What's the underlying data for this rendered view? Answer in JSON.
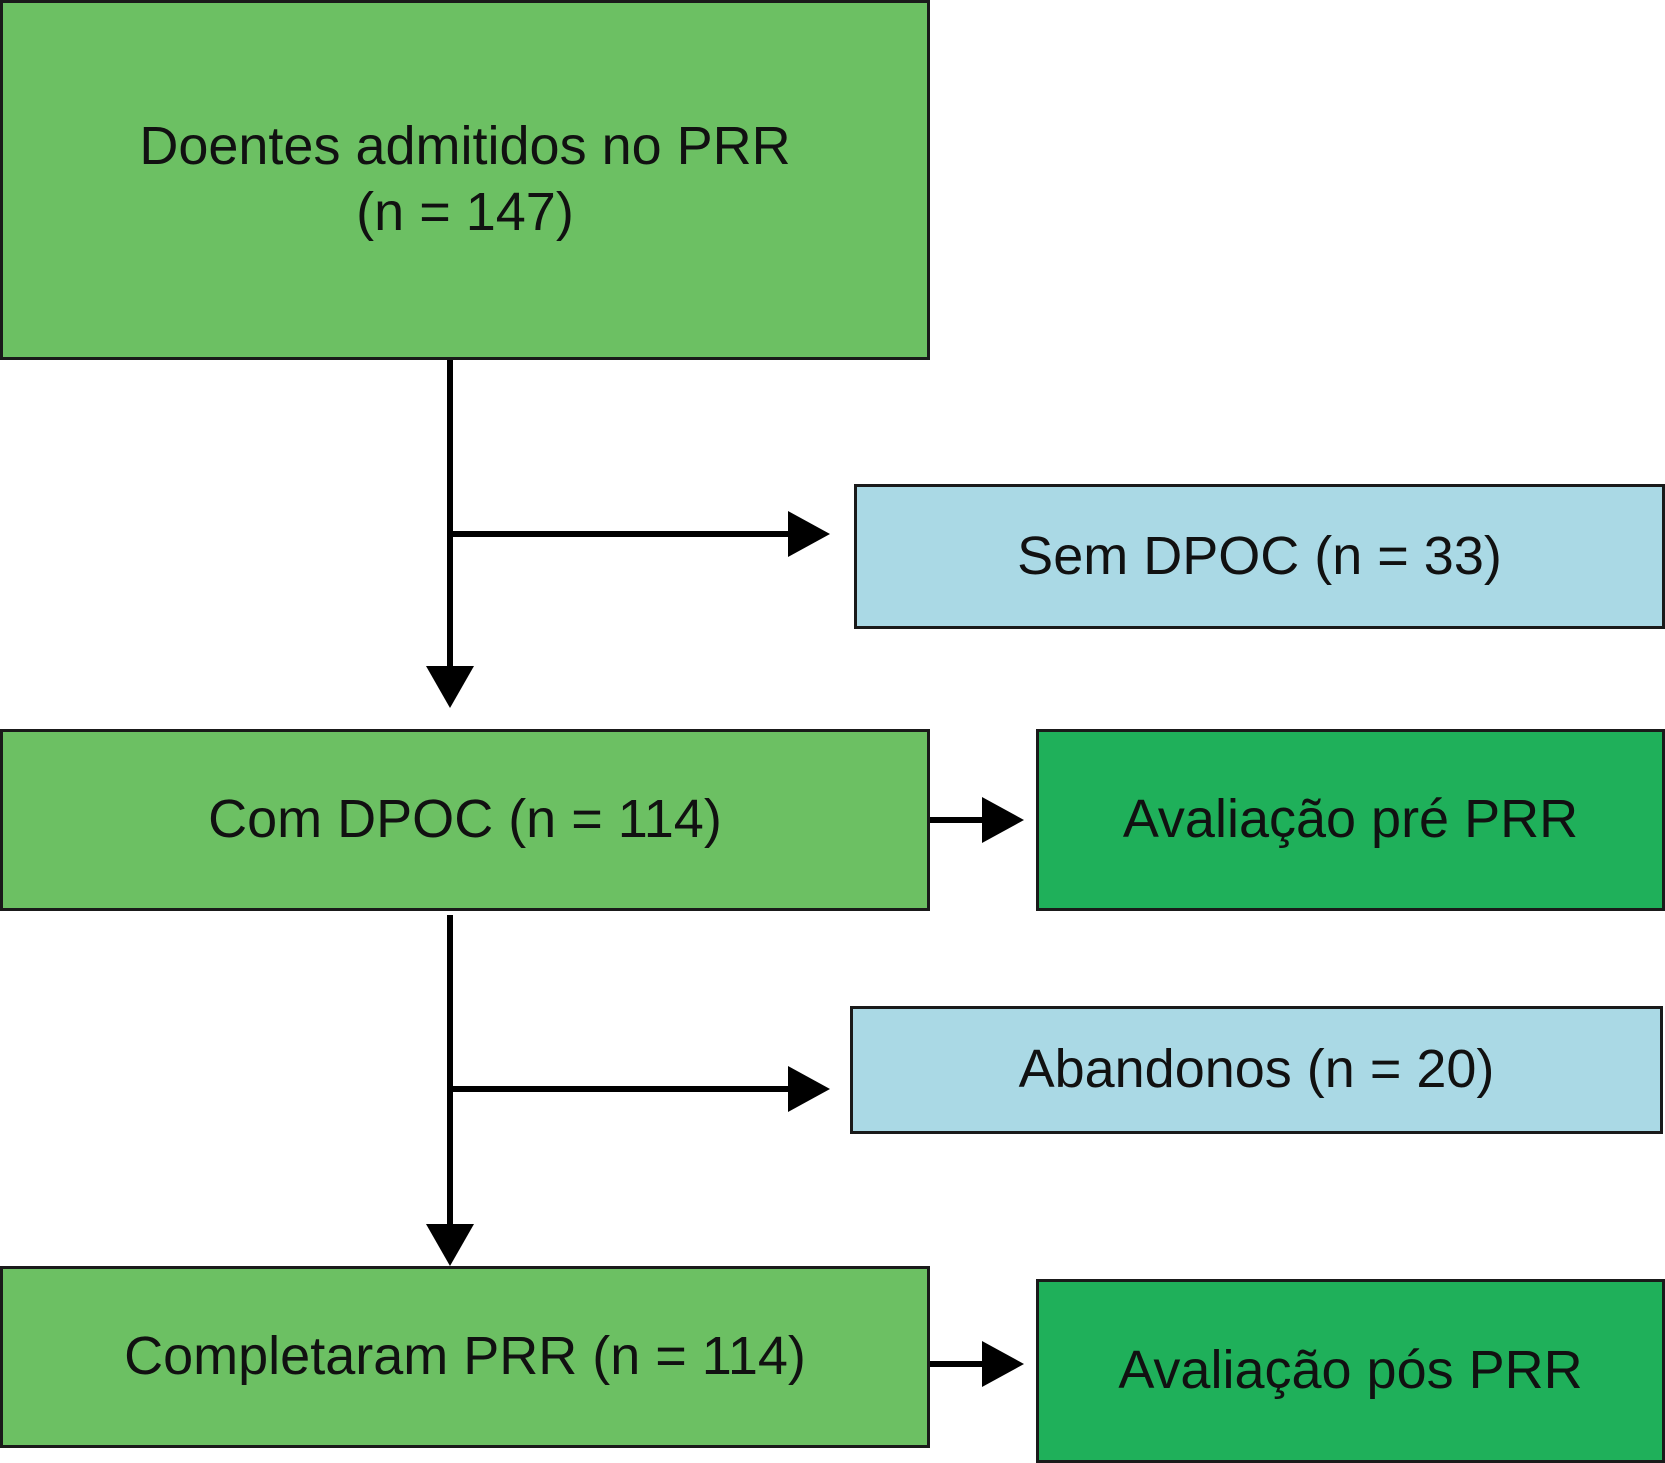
{
  "colors": {
    "main_box": "#6cc063",
    "exclusion_box": "#aad9e5",
    "assessment_box": "#1fb05a",
    "line": "#000000"
  },
  "boxes": {
    "admitted": {
      "line1": "Doentes admitidos no PRR",
      "line2": "(n = 147)"
    },
    "no_copd": {
      "label": "Sem DPOC (n = 33)"
    },
    "with_copd": {
      "label": "Com DPOC (n = 114)"
    },
    "pre_assessment": {
      "label": "Avaliação pré PRR"
    },
    "dropouts": {
      "label": "Abandonos (n = 20)"
    },
    "completed": {
      "label": "Completaram PRR (n = 114)"
    },
    "post_assessment": {
      "label": "Avaliação pós PRR"
    }
  }
}
